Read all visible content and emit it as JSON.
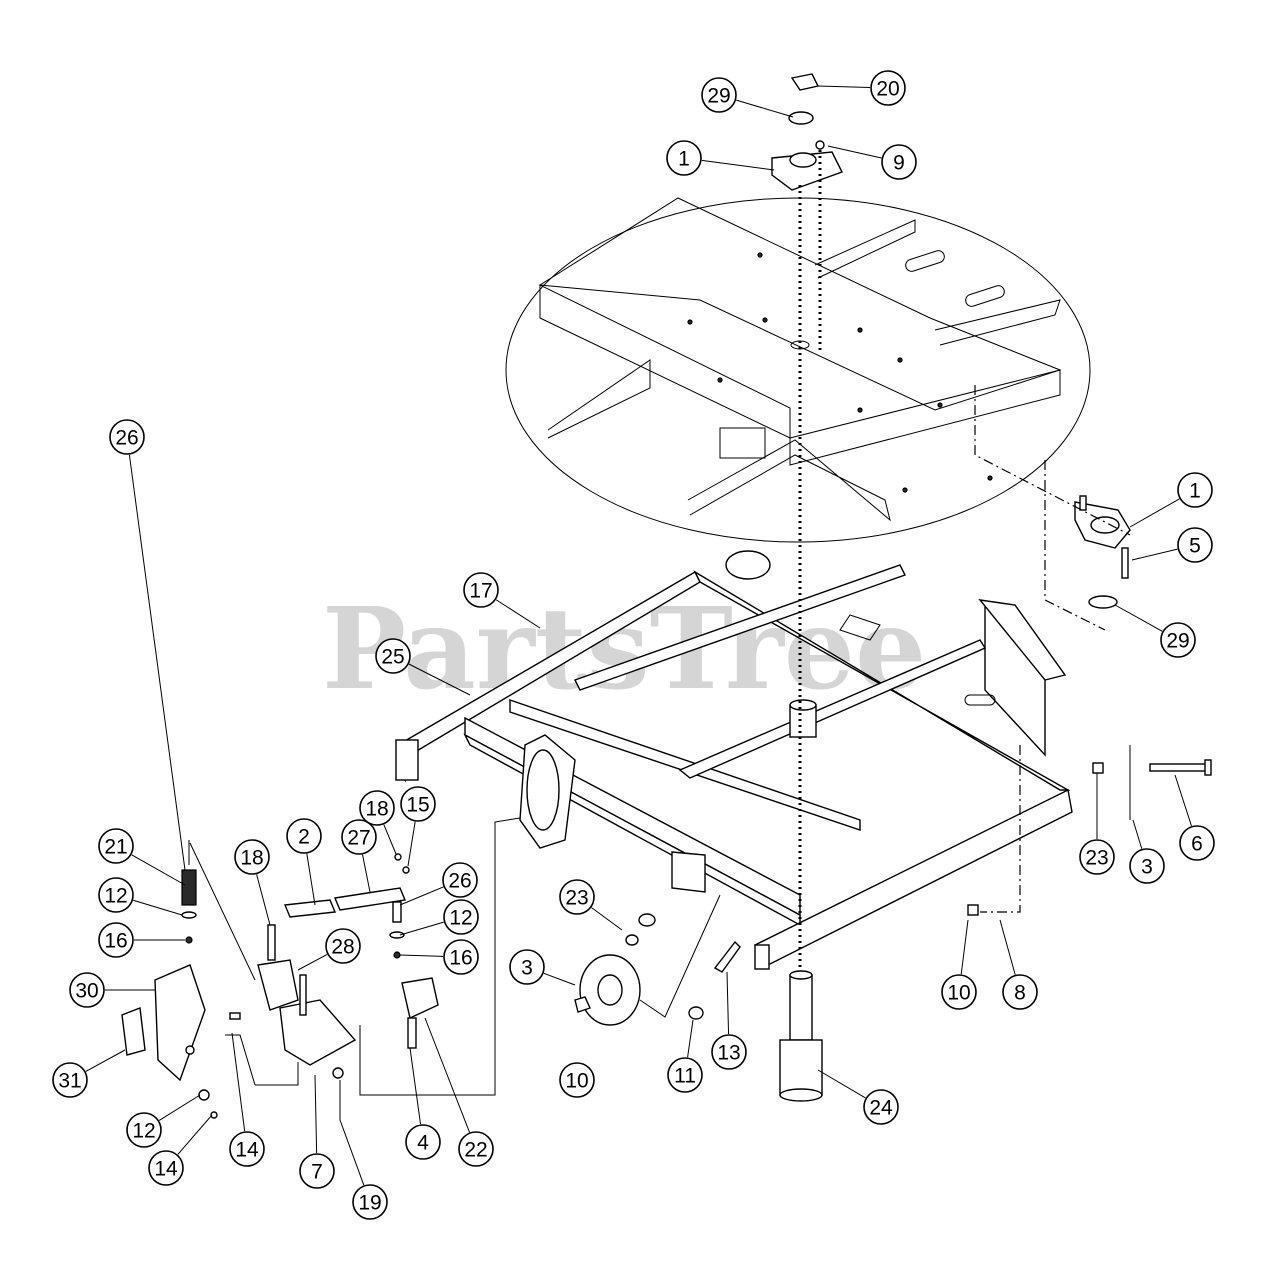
{
  "watermark": "PartsTree",
  "callouts": [
    {
      "label": "20"
    },
    {
      "label": "29"
    },
    {
      "label": "1"
    },
    {
      "label": "9"
    },
    {
      "label": "1"
    },
    {
      "label": "5"
    },
    {
      "label": "29"
    },
    {
      "label": "17"
    },
    {
      "label": "25"
    },
    {
      "label": "26"
    },
    {
      "label": "21"
    },
    {
      "label": "12"
    },
    {
      "label": "16"
    },
    {
      "label": "18"
    },
    {
      "label": "2"
    },
    {
      "label": "27"
    },
    {
      "label": "18"
    },
    {
      "label": "15"
    },
    {
      "label": "26"
    },
    {
      "label": "12"
    },
    {
      "label": "16"
    },
    {
      "label": "28"
    },
    {
      "label": "30"
    },
    {
      "label": "31"
    },
    {
      "label": "12"
    },
    {
      "label": "14"
    },
    {
      "label": "14"
    },
    {
      "label": "7"
    },
    {
      "label": "19"
    },
    {
      "label": "4"
    },
    {
      "label": "22"
    },
    {
      "label": "23"
    },
    {
      "label": "3"
    },
    {
      "label": "10"
    },
    {
      "label": "11"
    },
    {
      "label": "13"
    },
    {
      "label": "24"
    },
    {
      "label": "10"
    },
    {
      "label": "8"
    },
    {
      "label": "23"
    },
    {
      "label": "3"
    },
    {
      "label": "6"
    }
  ]
}
